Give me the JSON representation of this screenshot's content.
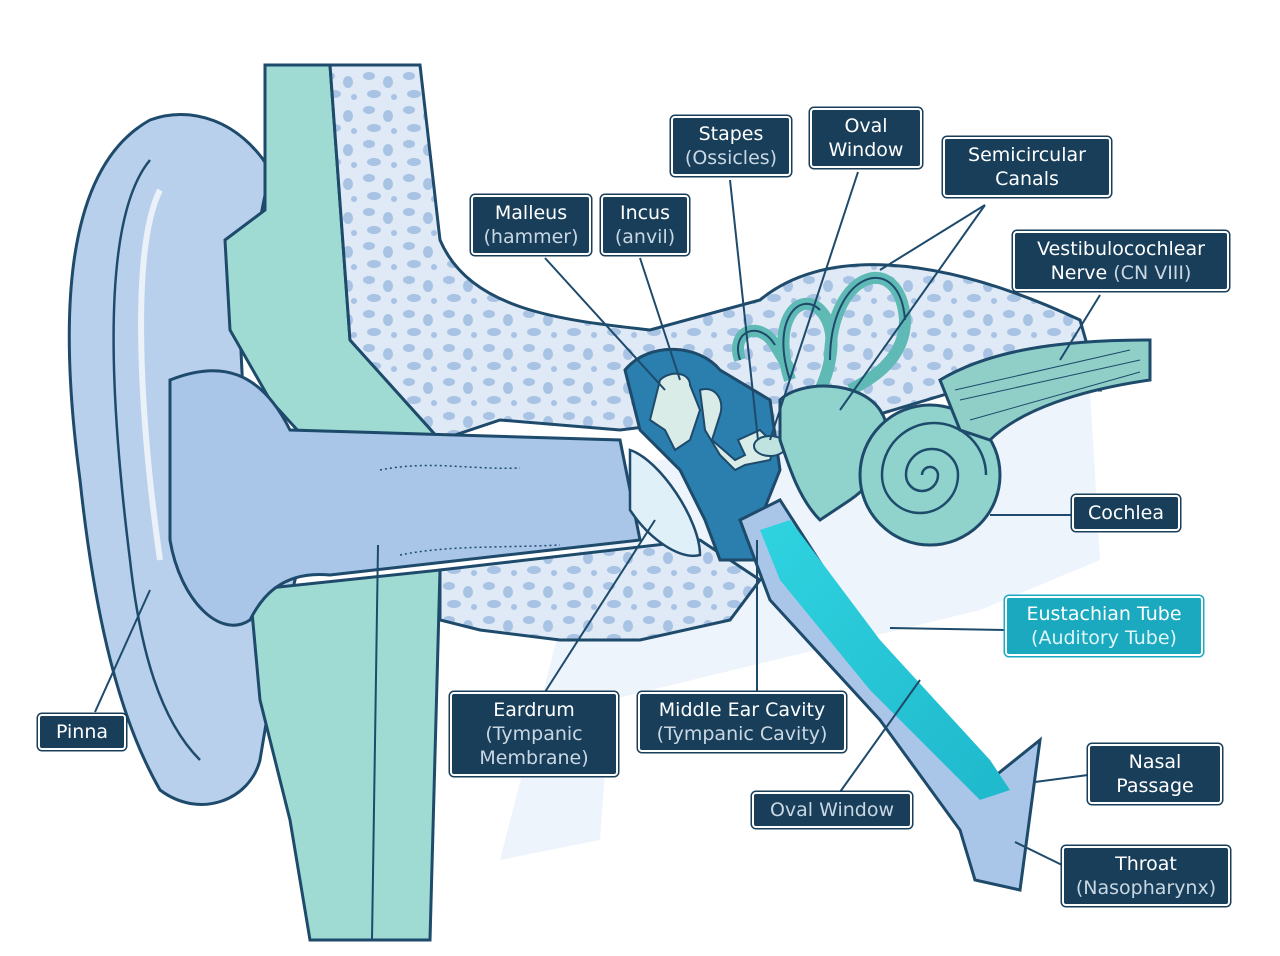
{
  "labels": {
    "pinna": {
      "main": "Pinna"
    },
    "malleus": {
      "main": "Malleus",
      "sub": "(hammer)"
    },
    "incus": {
      "main": "Incus",
      "sub": "(anvil)"
    },
    "stapes": {
      "main": "Stapes",
      "sub": "(Ossicles)"
    },
    "oval_window_top": {
      "line1": "Oval",
      "line2": "Window"
    },
    "semicircular": {
      "line1": "Semicircular",
      "line2": "Canals"
    },
    "nerve": {
      "line1": "Vestibulocochlear",
      "line2_main": "Nerve",
      "line2_sub": "(CN VIII)"
    },
    "cochlea": {
      "main": "Cochlea"
    },
    "eustachian": {
      "main": "Eustachian Tube",
      "sub": "(Auditory Tube)"
    },
    "eardrum": {
      "main": "Eardrum",
      "sub1": "(Tympanic",
      "sub2": "Membrane)"
    },
    "middle_ear": {
      "main": "Middle Ear Cavity",
      "sub": "(Tympanic Cavity)"
    },
    "oval_window_bottom": {
      "main": "Oval Window"
    },
    "nasal": {
      "line1": "Nasal",
      "line2": "Passage"
    },
    "throat": {
      "main": "Throat",
      "sub": "(Nasopharynx)"
    }
  },
  "colors": {
    "label_bg": "#183e5a",
    "accent": "#1aa9bf",
    "outline": "#1e4a6b",
    "skin_blue": "#a9c6e8",
    "bone": "#dbe8f4",
    "teal": "#8fd3cc"
  }
}
